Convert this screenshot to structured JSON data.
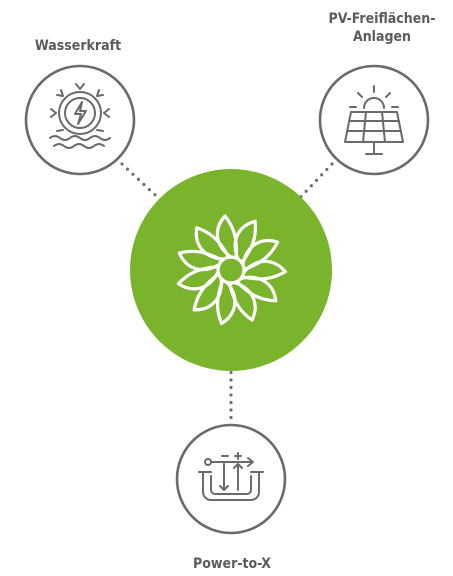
{
  "nodes": {
    "wasserkraft": {
      "label": "Wasserkraft",
      "icon": "hydropower-turbine-icon"
    },
    "pv": {
      "label_line1": "PV-Freiflächen-",
      "label_line2": "Anlagen",
      "icon": "solar-panel-icon"
    },
    "ptx": {
      "label": "Power-to-X",
      "icon": "power-to-x-icon"
    },
    "center": {
      "icon": "wind-rotor-flower-icon"
    }
  },
  "colors": {
    "center_fill": "#7ab42c",
    "stroke": "#6a6a6a",
    "text": "#5b5b5b"
  }
}
